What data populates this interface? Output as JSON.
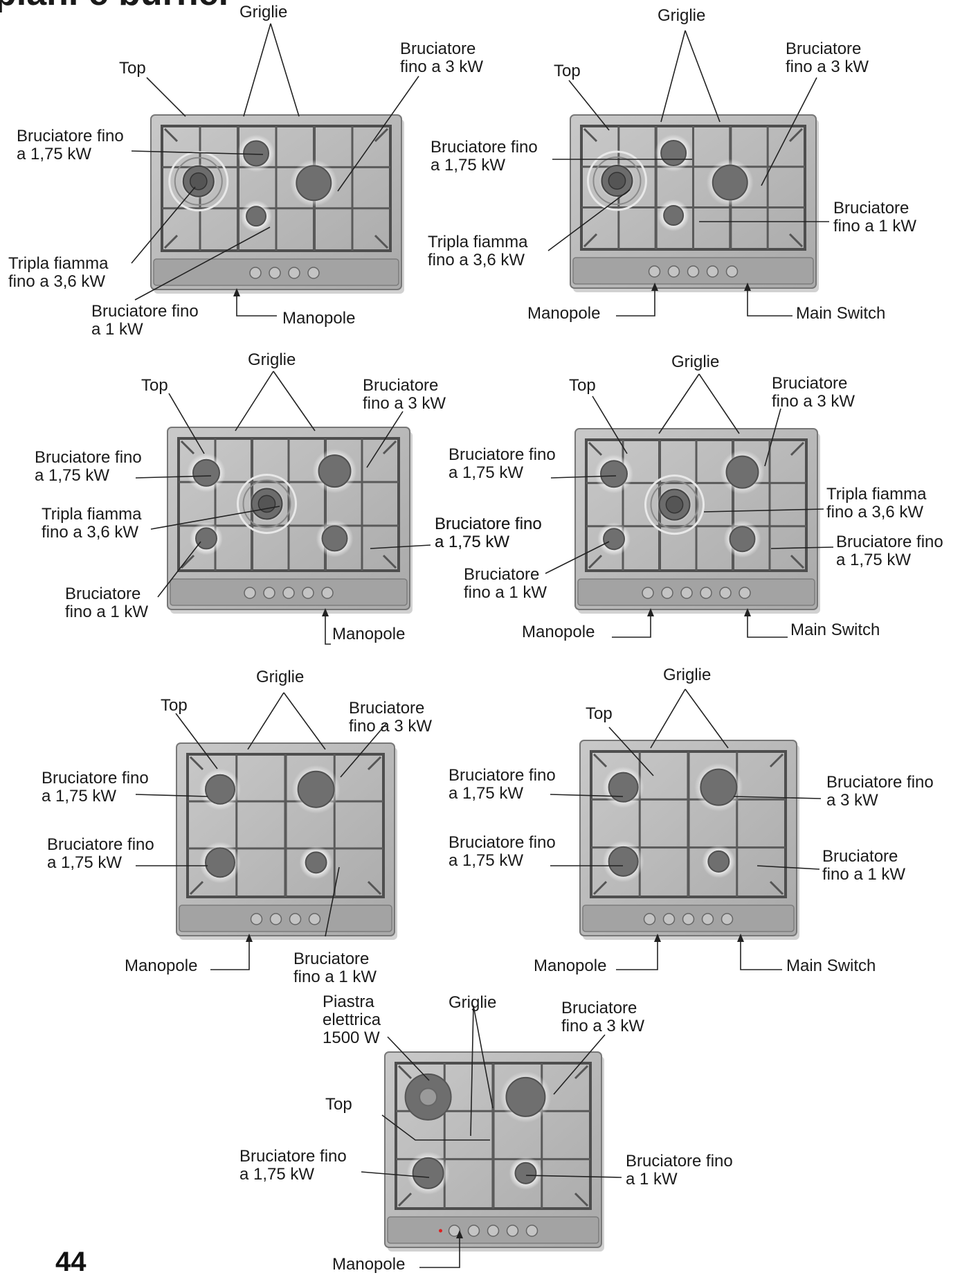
{
  "page": {
    "title": "piani e burner",
    "page_number": "44"
  },
  "diagrams": [
    {
      "name": "hob-1",
      "labels": {
        "grilles": "Griglie",
        "top": "Top",
        "burner_3kw": "Bruciatore\nfino a 3 kW",
        "burner_175": "Bruciatore fino\na 1,75 kW",
        "triple": "Tripla fiamma\nfino a 3,6 kW",
        "burner_1kw": "Bruciatore fino\na 1 kW",
        "knobs": "Manopole"
      }
    },
    {
      "name": "hob-2",
      "labels": {
        "grilles": "Griglie",
        "top": "Top",
        "burner_3kw": "Bruciatore\nfino a 3 kW",
        "burner_175": "Bruciatore fino\na 1,75 kW",
        "burner_1kw": "Bruciatore\nfino a 1 kW",
        "triple": "Tripla fiamma\nfino a 3,6 kW",
        "knobs": "Manopole",
        "main_switch": "Main Switch"
      }
    },
    {
      "name": "hob-3",
      "labels": {
        "grilles": "Griglie",
        "top": "Top",
        "burner_3kw": "Bruciatore\nfino a 3 kW",
        "burner_175_left": "Bruciatore fino\na 1,75 kW",
        "triple": "Tripla fiamma\nfino a 3,6 kW",
        "burner_175_right": "Bruciatore fino\na 1,75 kW",
        "burner_1kw": "Bruciatore\nfino a 1 kW",
        "knobs": "Manopole"
      }
    },
    {
      "name": "hob-4",
      "labels": {
        "grilles": "Griglie",
        "top": "Top",
        "burner_3kw": "Bruciatore\nfino a 3 kW",
        "burner_175_left": "Bruciatore fino\na 1,75 kW",
        "triple": "Tripla fiamma\nfino a 3,6 kW",
        "burner_175_mid": "Bruciatore fino\na 1,75 kW",
        "burner_175_right": "Bruciatore fino\na 1,75 kW",
        "burner_1kw": "Bruciatore\nfino a 1 kW",
        "knobs": "Manopole",
        "main_switch": "Main Switch"
      }
    },
    {
      "name": "hob-5",
      "labels": {
        "grilles": "Griglie",
        "top": "Top",
        "burner_3kw": "Bruciatore\nfino a 3 kW",
        "burner_175_a": "Bruciatore fino\na 1,75 kW",
        "burner_175_b": "Bruciatore fino\na 1,75 kW",
        "knobs": "Manopole",
        "burner_1kw": "Bruciatore\nfino a 1 kW"
      }
    },
    {
      "name": "hob-6",
      "labels": {
        "grilles": "Griglie",
        "top": "Top",
        "burner_175_a": "Bruciatore fino\na 1,75 kW",
        "burner_3kw": "Bruciatore fino\na 3 kW",
        "burner_175_b": "Bruciatore fino\na 1,75 kW",
        "burner_1kw": "Bruciatore\nfino a 1 kW",
        "knobs": "Manopole",
        "main_switch": "Main Switch"
      }
    },
    {
      "name": "hob-7",
      "labels": {
        "hotplate": "Piastra\nelettrica\n1500 W",
        "grilles": "Griglie",
        "burner_3kw": "Bruciatore\nfino a 3 kW",
        "top": "Top",
        "burner_175": "Bruciatore fino\na 1,75 kW",
        "burner_1kw": "Bruciatore fino\na 1 kW",
        "knobs": "Manopole"
      }
    }
  ]
}
